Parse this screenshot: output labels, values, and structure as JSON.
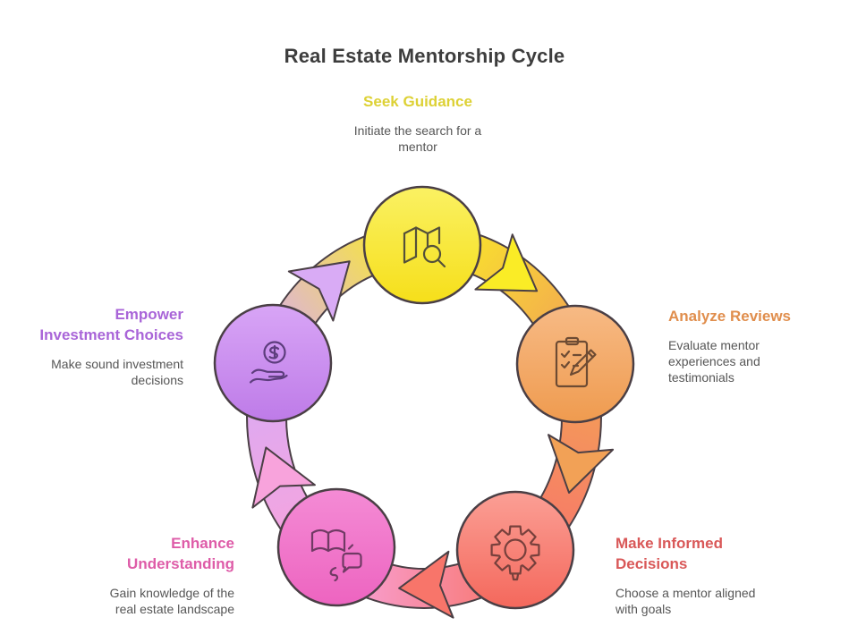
{
  "title": {
    "text": "Real Estate Mentorship Cycle",
    "color": "#3d3d3d"
  },
  "theme": {
    "background": "#ffffff",
    "outline": "#4a3f45",
    "description_color": "#565656"
  },
  "stages": [
    {
      "id": "seek-guidance",
      "label_lines": [
        "Seek Guidance"
      ],
      "description_lines": [
        "Initiate the search for a",
        "mentor"
      ],
      "label_color": "#ddd135",
      "icon": "map-search-icon",
      "circle_top": "#faf163",
      "circle_bottom": "#f6df1a",
      "arrow_color": "#faec26",
      "icon_color": "#54503a"
    },
    {
      "id": "analyze-reviews",
      "label_lines": [
        "Analyze Reviews"
      ],
      "description_lines": [
        "Evaluate mentor",
        "experiences and",
        "testimonials"
      ],
      "label_color": "#e08e4d",
      "icon": "clipboard-checklist-icon",
      "circle_top": "#f7ba85",
      "circle_bottom": "#ef9b4f",
      "arrow_color": "#f2a156",
      "icon_color": "#6d4b33"
    },
    {
      "id": "make-informed-decisions",
      "label_lines": [
        "Make Informed",
        "Decisions"
      ],
      "description_lines": [
        "Choose a mentor aligned",
        "with goals"
      ],
      "label_color": "#d95858",
      "icon": "gear-lightbulb-icon",
      "circle_top": "#fb9f95",
      "circle_bottom": "#f4685c",
      "arrow_color": "#f8756a",
      "icon_color": "#77403c"
    },
    {
      "id": "enhance-understanding",
      "label_lines": [
        "Enhance",
        "Understanding"
      ],
      "description_lines": [
        "Gain knowledge of the",
        "real estate landscape"
      ],
      "label_color": "#de5ca8",
      "icon": "open-book-chat-icon",
      "circle_top": "#f48bd5",
      "circle_bottom": "#ed64c0",
      "arrow_color": "#f8a3dc",
      "icon_color": "#703a64"
    },
    {
      "id": "empower-investment-choices",
      "label_lines": [
        "Empower",
        "Investment Choices"
      ],
      "description_lines": [
        "Make sound investment",
        "decisions"
      ],
      "label_color": "#a965d8",
      "icon": "dollar-hand-icon",
      "circle_top": "#d8a5f6",
      "circle_bottom": "#be7be8",
      "arrow_color": "#d9abf5",
      "icon_color": "#5d3d7d"
    }
  ]
}
